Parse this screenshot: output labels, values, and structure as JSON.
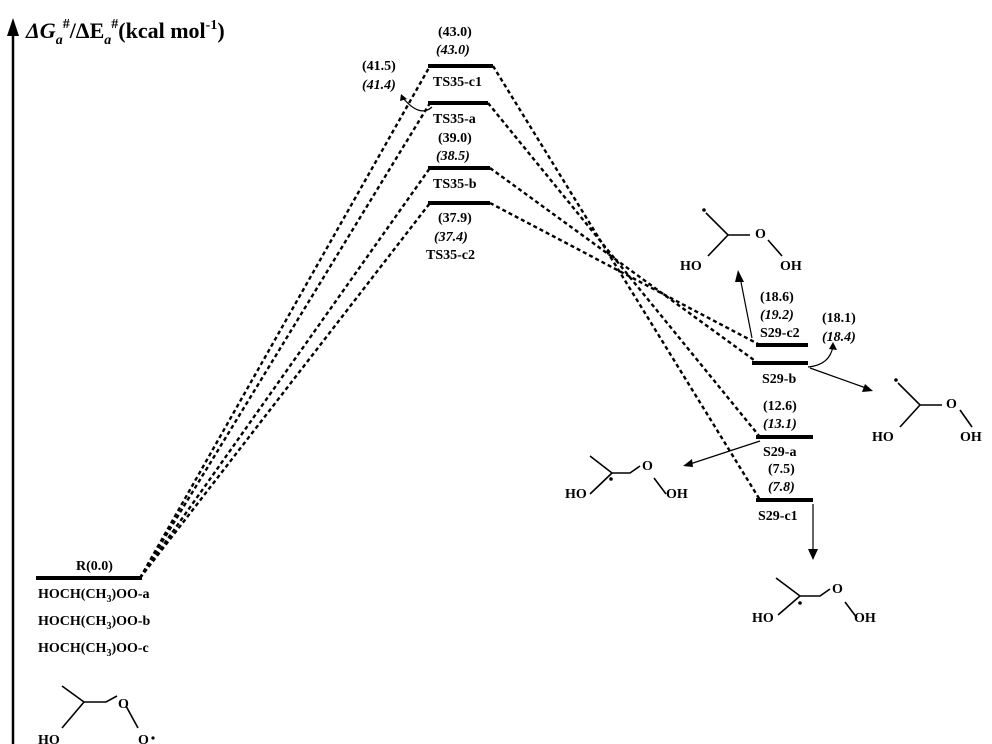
{
  "axis": {
    "title_main": "ΔG",
    "title_sub_a": "a",
    "title_sup_1": "#",
    "title_mid": "/ΔE",
    "title_sub_b": "a",
    "title_sup_2": "#",
    "title_units": "(kcal mol",
    "title_units_sup": "-1",
    "title_units_end": ")"
  },
  "reactant": {
    "energy_label": "R(0.0)",
    "conformers": [
      {
        "pre": "HOCH(CH",
        "sub": "3",
        "post": ")OO-a"
      },
      {
        "pre": "HOCH(CH",
        "sub": "3",
        "post": ")OO-b"
      },
      {
        "pre": "HOCH(CH",
        "sub": "3",
        "post": ")OO-c"
      }
    ]
  },
  "transition_states": [
    {
      "name": "TS35-c1",
      "dG": "(43.0)",
      "dE": "(43.0)"
    },
    {
      "name": "TS35-a",
      "dG": "(41.5)",
      "dE": "(41.4)"
    },
    {
      "name": "TS35-b",
      "dG": "(39.0)",
      "dE": "(38.5)"
    },
    {
      "name": "TS35-c2",
      "dG": "(37.9)",
      "dE": "(37.4)"
    }
  ],
  "products": [
    {
      "name": "S29-c2",
      "dG": "(18.6)",
      "dE": "(19.2)"
    },
    {
      "name": "S29-b",
      "dG": "(18.1)",
      "dE": "(18.4)"
    },
    {
      "name": "S29-a",
      "dG": "(12.6)",
      "dE": "(13.1)"
    },
    {
      "name": "S29-c1",
      "dG": "(7.5)",
      "dE": "(7.8)"
    }
  ],
  "atoms": {
    "ho": "HO",
    "oh": "OH",
    "o": "O"
  }
}
